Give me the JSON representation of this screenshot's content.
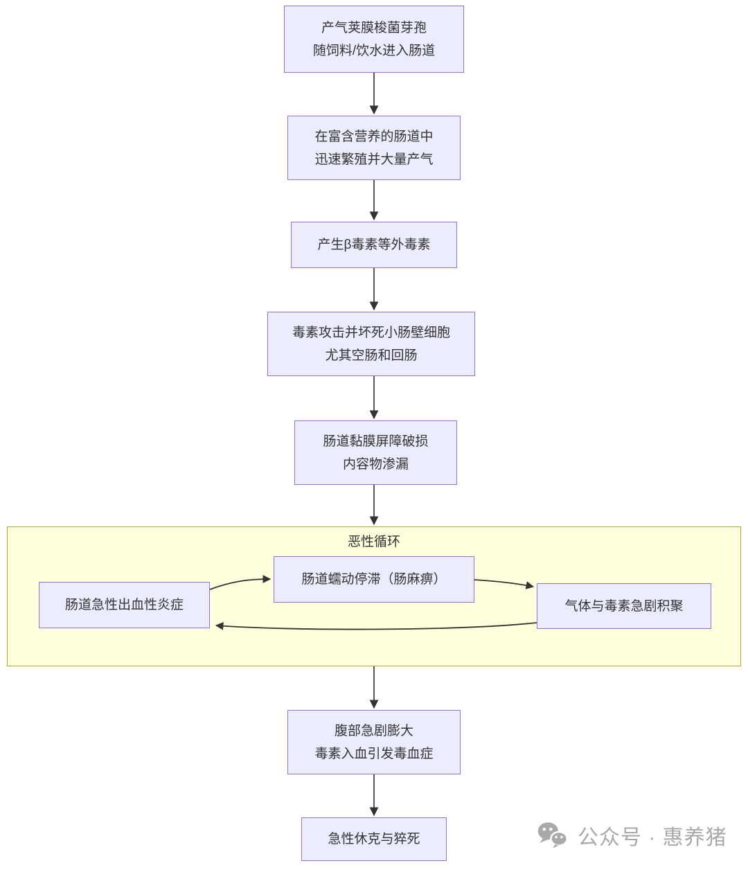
{
  "diagram": {
    "type": "flowchart",
    "direction": "top-down",
    "nodes": {
      "spores": {
        "lines": [
          "产气荚膜梭菌芽孢",
          "随饲料/饮水进入肠道"
        ]
      },
      "multiply": {
        "lines": [
          "在富含营养的肠道中",
          "迅速繁殖并大量产气"
        ]
      },
      "toxin": {
        "lines": [
          "产生β毒素等外毒素"
        ]
      },
      "attack": {
        "lines": [
          "毒素攻击并坏死小肠壁细胞",
          "尤其空肠和回肠"
        ]
      },
      "barrier": {
        "lines": [
          "肠道黏膜屏障破损",
          "内容物渗漏"
        ]
      },
      "hemorrhage": {
        "lines": [
          "肠道急性出血性炎症"
        ]
      },
      "peristalsis": {
        "lines": [
          "肠道蠕动停滞（肠麻痹）"
        ]
      },
      "gas": {
        "lines": [
          "气体与毒素急剧积聚"
        ]
      },
      "distension": {
        "lines": [
          "腹部急剧膨大",
          "毒素入血引发毒血症"
        ]
      },
      "shock": {
        "lines": [
          "急性休克与猝死"
        ]
      }
    },
    "cluster": {
      "label": "恶性循环"
    },
    "edges": [
      "spores -> multiply",
      "multiply -> toxin",
      "toxin -> attack",
      "attack -> barrier",
      "barrier -> cluster(恶性循环)",
      "hemorrhage -> peristalsis",
      "peristalsis -> gas",
      "gas -> hemorrhage",
      "cluster -> distension",
      "distension -> shock"
    ],
    "colors": {
      "node_fill": "#ECECFF",
      "node_border": "#9370DB",
      "cluster_fill": "#FFFFDE",
      "cluster_border": "#AAAA33",
      "edge_line": "#555555",
      "arrowhead": "#333333",
      "text": "#333333"
    }
  },
  "watermark": {
    "icon": "wechat-icon",
    "text": "公众号 · 惠养猪",
    "color": "#A9A9A9"
  }
}
